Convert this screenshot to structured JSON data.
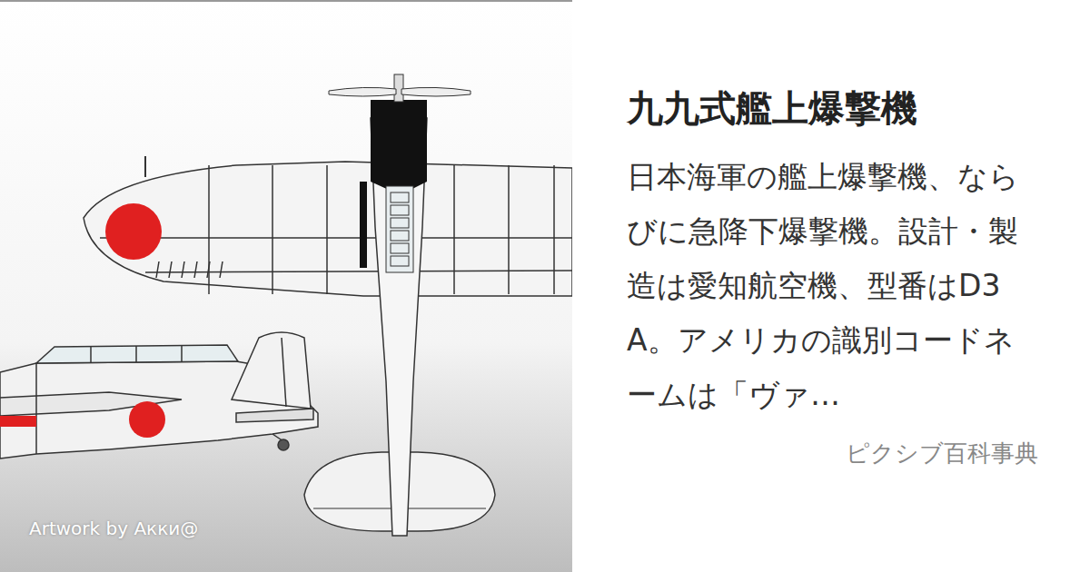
{
  "diagram": {
    "title": "九九式艦上爆撃機",
    "caption": "日本海軍の艦上爆撃機、ならびに急降下爆撃機。設計・製造は愛知航空機、型番はD3A。アメリカの識別コードネームは「ヴァ…",
    "labels": [
      "ピクシブ百科事典",
      "Artwork by Акки@"
    ]
  }
}
